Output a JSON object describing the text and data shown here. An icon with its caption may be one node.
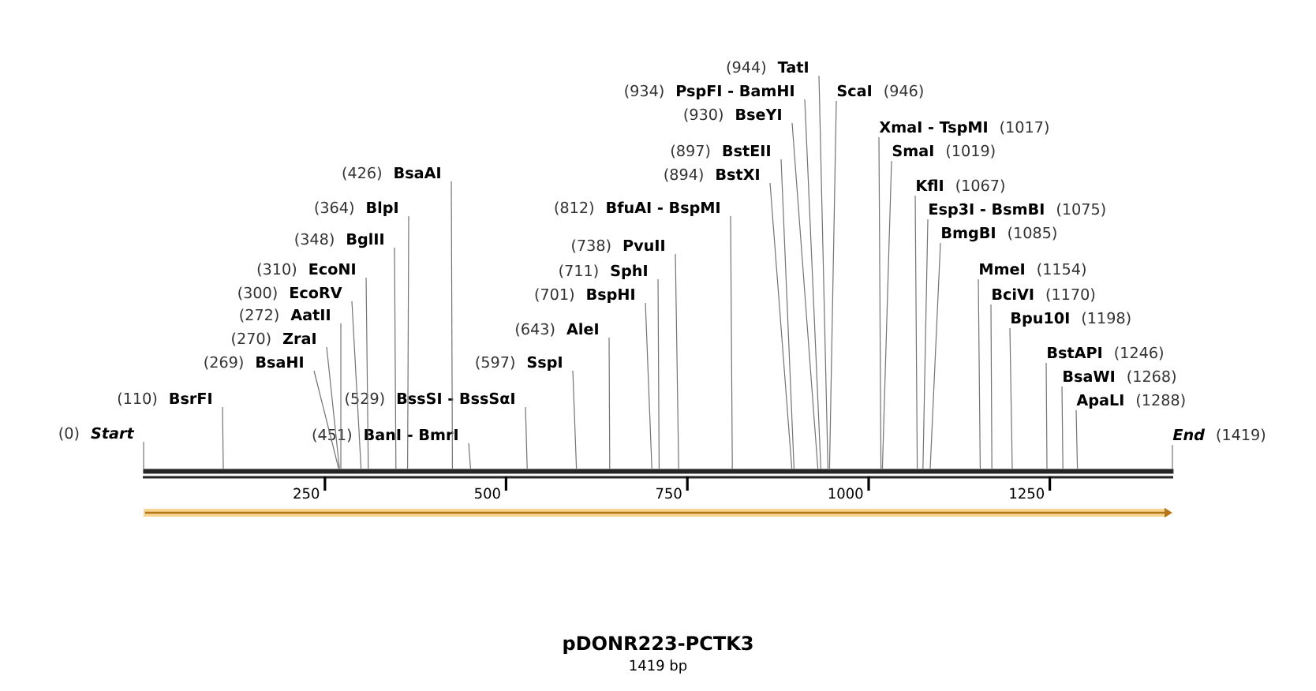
{
  "diagram": {
    "title": "pDONR223-PCTK3",
    "nodes": [
      {
        "text": [
          "(0)",
          "Start"
        ]
      },
      {
        "text": [
          "(110)",
          "BsrFI"
        ]
      },
      {
        "text": [
          "(269)",
          "BsaHI"
        ]
      },
      {
        "text": [
          "(270)",
          "ZraI"
        ]
      },
      {
        "text": [
          "(272)",
          "AatII"
        ]
      },
      {
        "text": [
          "(300)",
          "EcoRV"
        ]
      },
      {
        "text": [
          "(310)",
          "EcoNI"
        ]
      },
      {
        "text": [
          "(348)",
          "BglII"
        ]
      },
      {
        "text": [
          "(364)",
          "BlpI"
        ]
      },
      {
        "text": [
          "(426)",
          "BsaAI"
        ]
      },
      {
        "text": [
          "(451)",
          "BanI - BmrI"
        ]
      },
      {
        "text": [
          "(529)",
          "BssSI - BssSαI"
        ]
      },
      {
        "text": [
          "(597)",
          "SspI"
        ]
      },
      {
        "text": [
          "(643)",
          "AleI"
        ]
      },
      {
        "text": [
          "(701)",
          "BspHI"
        ]
      },
      {
        "text": [
          "(711)",
          "SphI"
        ]
      },
      {
        "text": [
          "(738)",
          "PvuII"
        ]
      },
      {
        "text": [
          "(812)",
          "BfuAI - BspMI"
        ]
      },
      {
        "text": [
          "(894)",
          "BstXI"
        ]
      },
      {
        "text": [
          "(897)",
          "BstEII"
        ]
      },
      {
        "text": [
          "(930)",
          "BseYI"
        ]
      },
      {
        "text": [
          "(934)",
          "PspFI - BamHI"
        ]
      },
      {
        "text": [
          "(944)",
          "TatI"
        ]
      },
      {
        "text": [
          "ScaI",
          "(946)"
        ]
      },
      {
        "text": [
          "XmaI - TspMI",
          "(1017)"
        ]
      },
      {
        "text": [
          "SmaI",
          "(1019)"
        ]
      },
      {
        "text": [
          "KflI",
          "(1067)"
        ]
      },
      {
        "text": [
          "Esp3I - BsmBI",
          "(1075)"
        ]
      },
      {
        "text": [
          "BmgBI",
          "(1085)"
        ]
      },
      {
        "text": [
          "MmeI",
          "(1154)"
        ]
      },
      {
        "text": [
          "BciVI",
          "(1170)"
        ]
      },
      {
        "text": [
          "Bpu10I",
          "(1198)"
        ]
      },
      {
        "text": [
          "BstAPI",
          "(1246)"
        ]
      },
      {
        "text": [
          "BsaWI",
          "(1268)"
        ]
      },
      {
        "text": [
          "ApaLI",
          "(1288)"
        ]
      },
      {
        "text": [
          "End",
          "(1419)"
        ]
      },
      {
        "text": [],
        "shape": "bar"
      }
    ],
    "edges": [
      {
        "from": 0,
        "to": 36,
        "arrow": "none"
      },
      {
        "from": 1,
        "to": 36,
        "arrow": "none"
      },
      {
        "from": 2,
        "to": 36,
        "arrow": "none"
      },
      {
        "from": 3,
        "to": 36,
        "arrow": "none"
      },
      {
        "from": 4,
        "to": 36,
        "arrow": "none"
      },
      {
        "from": 5,
        "to": 36,
        "arrow": "none"
      },
      {
        "from": 6,
        "to": 36,
        "arrow": "none"
      },
      {
        "from": 7,
        "to": 36,
        "arrow": "none"
      },
      {
        "from": 8,
        "to": 36,
        "arrow": "none"
      },
      {
        "from": 9,
        "to": 36,
        "arrow": "none"
      },
      {
        "from": 10,
        "to": 36,
        "arrow": "none"
      },
      {
        "from": 11,
        "to": 36,
        "arrow": "none"
      },
      {
        "from": 12,
        "to": 36,
        "arrow": "none"
      },
      {
        "from": 13,
        "to": 36,
        "arrow": "none"
      },
      {
        "from": 14,
        "to": 36,
        "arrow": "none"
      },
      {
        "from": 15,
        "to": 36,
        "arrow": "none"
      },
      {
        "from": 16,
        "to": 36,
        "arrow": "none"
      },
      {
        "from": 17,
        "to": 36,
        "arrow": "none"
      },
      {
        "from": 18,
        "to": 36,
        "arrow": "none"
      },
      {
        "from": 19,
        "to": 36,
        "arrow": "none"
      },
      {
        "from": 20,
        "to": 36,
        "arrow": "none"
      },
      {
        "from": 21,
        "to": 36,
        "arrow": "none"
      },
      {
        "from": 22,
        "to": 36,
        "arrow": "none"
      },
      {
        "from": 23,
        "to": 36,
        "arrow": "none"
      },
      {
        "from": 24,
        "to": 36,
        "arrow": "none"
      },
      {
        "from": 25,
        "to": 36,
        "arrow": "none"
      },
      {
        "from": 26,
        "to": 36,
        "arrow": "none"
      },
      {
        "from": 27,
        "to": 36,
        "arrow": "none"
      },
      {
        "from": 28,
        "to": 36,
        "arrow": "none"
      },
      {
        "from": 29,
        "to": 36,
        "arrow": "none"
      },
      {
        "from": 30,
        "to": 36,
        "arrow": "none"
      },
      {
        "from": 31,
        "to": 36,
        "arrow": "none"
      },
      {
        "from": 32,
        "to": 36,
        "arrow": "none"
      },
      {
        "from": 33,
        "to": 36,
        "arrow": "none"
      },
      {
        "from": 34,
        "to": 36,
        "arrow": "none"
      },
      {
        "from": 35,
        "to": 36,
        "arrow": "none"
      }
    ],
    "labels": [
      "250",
      "500",
      "750",
      "1000",
      "1250",
      "1419 bp"
    ]
  }
}
